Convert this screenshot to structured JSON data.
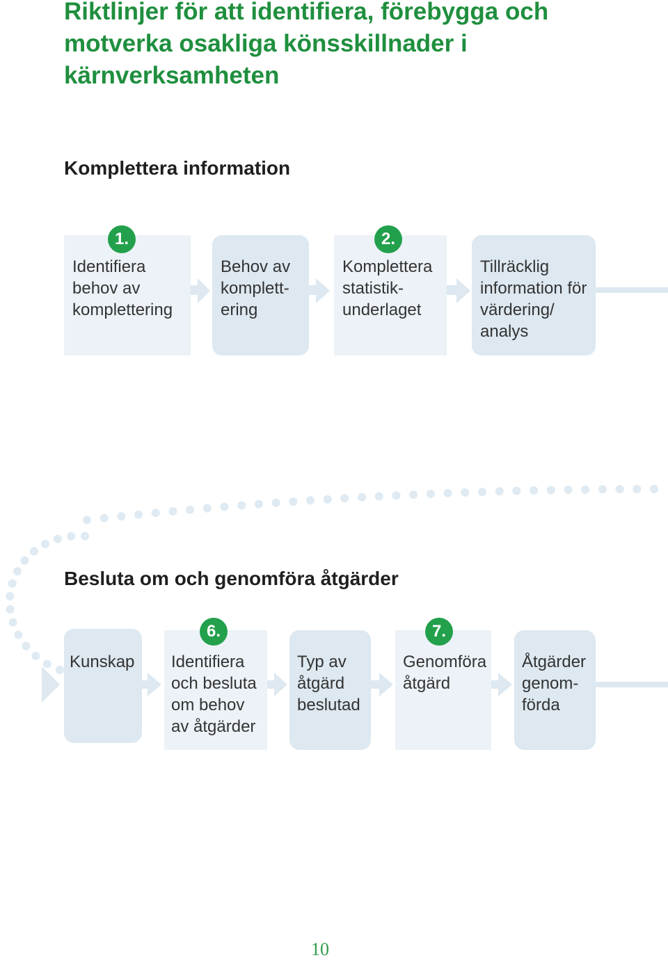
{
  "title": "Riktlinjer för att identifiera, förebygga och motverka osakliga könsskillnader i kärnverksamheten",
  "section1": {
    "title": "Komplettera information",
    "steps": [
      {
        "label": "Identifiera behov av komplettering",
        "badge": "1."
      },
      {
        "label": "Behov av komplett-ering"
      },
      {
        "label": "Komplettera statistik-underlaget",
        "badge": "2."
      },
      {
        "label": "Tillräcklig information för värdering/ analys"
      }
    ]
  },
  "section2": {
    "title": "Besluta om och genomföra åtgärder",
    "steps": [
      {
        "label": "Kunskap"
      },
      {
        "label": "Identifiera och besluta om behov av åtgärder",
        "badge": "6."
      },
      {
        "label": "Typ av åtgärd beslutad"
      },
      {
        "label": "Genomföra åtgärd",
        "badge": "7."
      },
      {
        "label": "Åtgärder genom-förda"
      }
    ]
  },
  "page_number": "10",
  "colors": {
    "title_green": "#1f8f3e",
    "badge_green": "#22a04b",
    "box_light": "#ecf2f7",
    "box_rounded": "#dde8f0",
    "connector": "#dde8f0",
    "dot": "#dfeaf2"
  }
}
